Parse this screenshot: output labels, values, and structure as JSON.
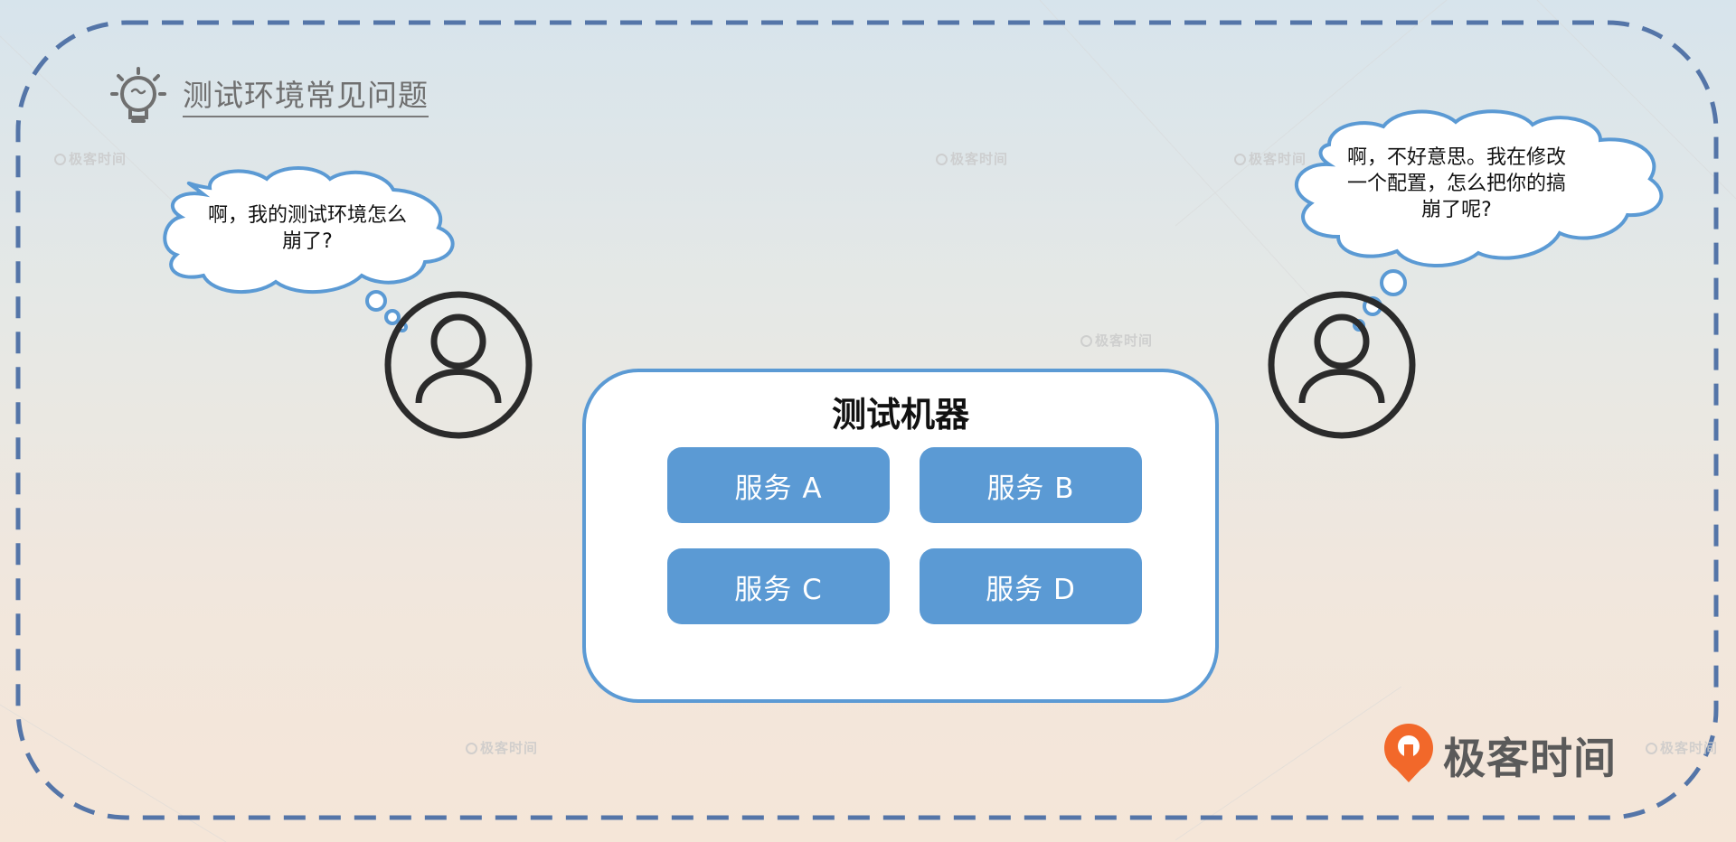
{
  "header": {
    "title": "测试环境常见问题",
    "icon": "lightbulb-icon"
  },
  "bubbles": {
    "left": "啊，我的测试环境怎么崩了?",
    "right": "啊，不好意思。我在修改一个配置，怎么把你的搞崩了呢?"
  },
  "machine": {
    "title": "测试机器",
    "services": [
      "服务 A",
      "服务 B",
      "服务 C",
      "服务 D"
    ]
  },
  "brand": {
    "name": "极客时间",
    "watermark": "极客时间",
    "logo_color": "#f2682a"
  },
  "colors": {
    "dash_border": "#5475a8",
    "service_fill": "#5b9ad4",
    "machine_border": "#5b9ad4",
    "bubble_border": "#5b9ad4"
  }
}
